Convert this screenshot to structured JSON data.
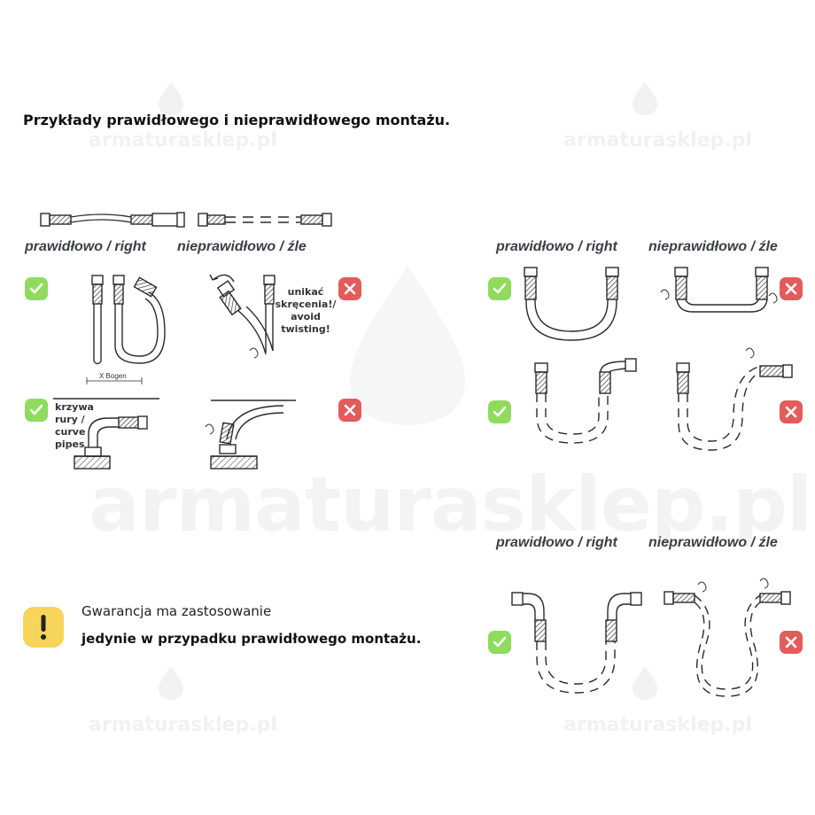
{
  "heading": "Przykłady prawidłowego i nieprawidłowego montażu.",
  "labels": {
    "correct": "prawidłowo / right",
    "incorrect": "nieprawidłowo / źle"
  },
  "notes": {
    "twisting": [
      "unikać",
      "skręcenia!/",
      "avoid",
      "twisting!"
    ],
    "curve": [
      "krzywa",
      "rury /",
      "curve",
      "pipes"
    ],
    "bend_distance": "X Bogen"
  },
  "guarantee": {
    "line1": "Gwarancja ma zastosowanie",
    "line2": "jedynie w przypadku prawidłowego montażu."
  },
  "watermark": "armaturasklep.pl",
  "icons": {
    "correct": "check-icon",
    "incorrect": "cross-icon",
    "warning": "exclamation-icon"
  },
  "colors": {
    "correct_badge": "#8fdb5d",
    "incorrect_badge": "#e25c5c",
    "warning_badge": "#f6d55a",
    "label_text": "#3b3f45"
  }
}
